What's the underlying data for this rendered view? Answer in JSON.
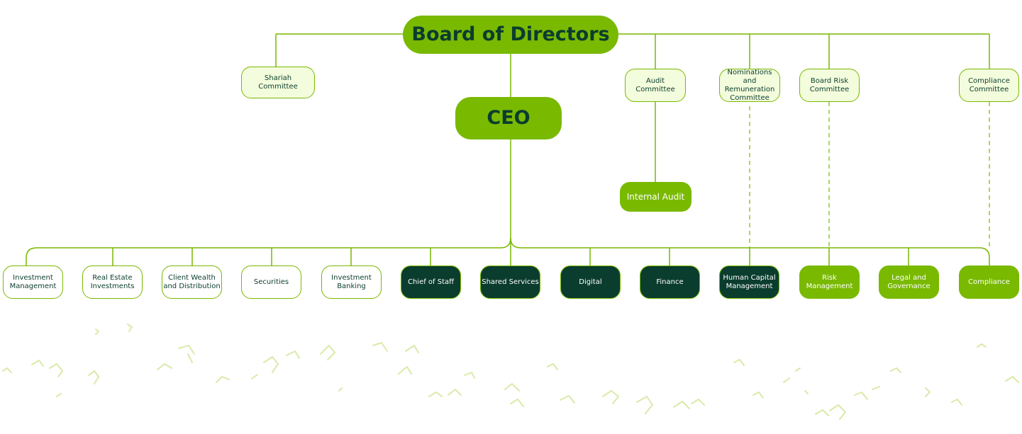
{
  "colors": {
    "accent_green": "#79b900",
    "dark_green": "#0b3d2e",
    "light_fill": "#f3fcdc",
    "line": "#79b900",
    "decor": "#d9eaa8"
  },
  "board": {
    "label": "Board of Directors"
  },
  "ceo": {
    "label": "CEO"
  },
  "committees": [
    {
      "id": "shariah",
      "label": "Shariah\nCommittee"
    },
    {
      "id": "audit",
      "label": "Audit\nCommittee"
    },
    {
      "id": "nominations",
      "label": "Nominations and\nRemuneration\nCommittee"
    },
    {
      "id": "board-risk",
      "label": "Board Risk\nCommittee"
    },
    {
      "id": "compliance-committee",
      "label": "Compliance\nCommittee"
    }
  ],
  "internal_audit": {
    "label": "Internal Audit"
  },
  "departments": [
    {
      "id": "investment-management",
      "label": "Investment\nManagement",
      "style": "light"
    },
    {
      "id": "real-estate-investments",
      "label": "Real  Estate\nInvestments",
      "style": "light"
    },
    {
      "id": "client-wealth",
      "label": "Client Wealth\nand Distribution",
      "style": "light"
    },
    {
      "id": "securities",
      "label": "Securities",
      "style": "light"
    },
    {
      "id": "investment-banking",
      "label": "Investment\nBanking",
      "style": "light"
    },
    {
      "id": "chief-of-staff",
      "label": "Chief of Staff",
      "style": "dark"
    },
    {
      "id": "shared-services",
      "label": "Shared Services",
      "style": "dark"
    },
    {
      "id": "digital",
      "label": "Digital",
      "style": "dark"
    },
    {
      "id": "finance",
      "label": "Finance",
      "style": "dark"
    },
    {
      "id": "human-capital",
      "label": "Human Capital\nManagement",
      "style": "dark"
    },
    {
      "id": "risk-management",
      "label": "Risk\nManagement",
      "style": "green"
    },
    {
      "id": "legal-governance",
      "label": "Legal and\nGovernance",
      "style": "green"
    },
    {
      "id": "compliance",
      "label": "Compliance",
      "style": "green"
    }
  ]
}
